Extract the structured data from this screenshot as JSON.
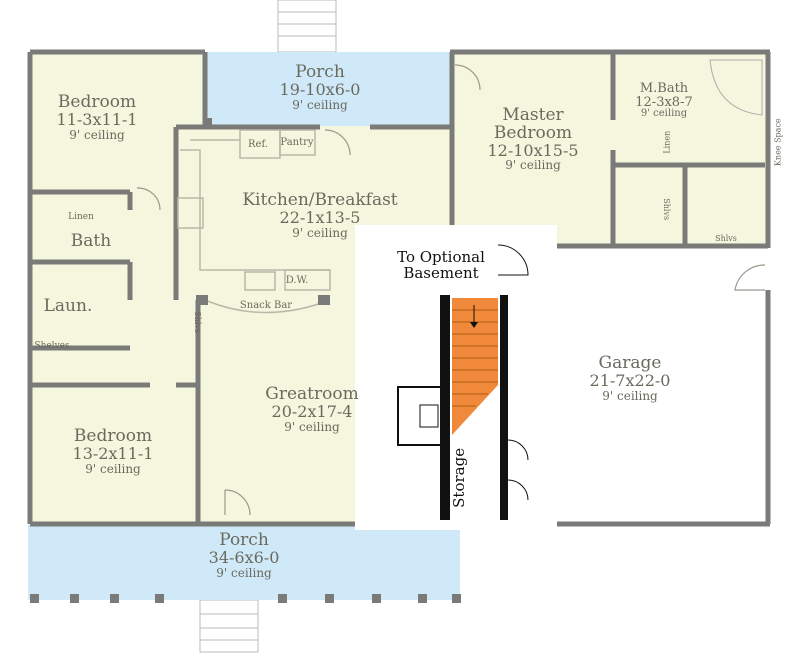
{
  "colors": {
    "floor": "#f5f6de",
    "porch": "#cfe9f8",
    "wall": "#7a7a78",
    "stair": "#f08a3a",
    "overlay": "#ffffff"
  },
  "rooms": {
    "bedroom1": {
      "name": "Bedroom",
      "dim": "11-3x11-1",
      "ceiling": "9' ceiling"
    },
    "porch_top": {
      "name": "Porch",
      "dim": "19-10x6-0",
      "ceiling": "9' ceiling"
    },
    "kitchen": {
      "name": "Kitchen/Breakfast",
      "dim": "22-1x13-5",
      "ceiling": "9' ceiling"
    },
    "master": {
      "name1": "Master",
      "name2": "Bedroom",
      "dim": "12-10x15-5",
      "ceiling": "9' ceiling"
    },
    "mbath": {
      "name": "M.Bath",
      "dim": "12-3x8-7",
      "ceiling": "9' ceiling"
    },
    "bath": {
      "name": "Bath"
    },
    "laun": {
      "name": "Laun."
    },
    "greatroom": {
      "name": "Greatroom",
      "dim": "20-2x17-4",
      "ceiling": "9' ceiling"
    },
    "bedroom2": {
      "name": "Bedroom",
      "dim": "13-2x11-1",
      "ceiling": "9' ceiling"
    },
    "garage": {
      "name": "Garage",
      "dim": "21-7x22-0",
      "ceiling": "9' ceiling"
    },
    "porch_front": {
      "name": "Porch",
      "dim": "34-6x6-0",
      "ceiling": "9' ceiling"
    }
  },
  "fixtures": {
    "ref": "Ref.",
    "pantry": "Pantry",
    "dw": "D.W.",
    "snack_bar": "Snack Bar",
    "linen": "Linen",
    "shelves": "Shelves",
    "shlvs": "Shlvs",
    "knee_space": "Knee Space",
    "linen2": "Linen"
  },
  "overlay": {
    "basement_line1": "To Optional",
    "basement_line2": "Basement",
    "storage": "Storage"
  }
}
